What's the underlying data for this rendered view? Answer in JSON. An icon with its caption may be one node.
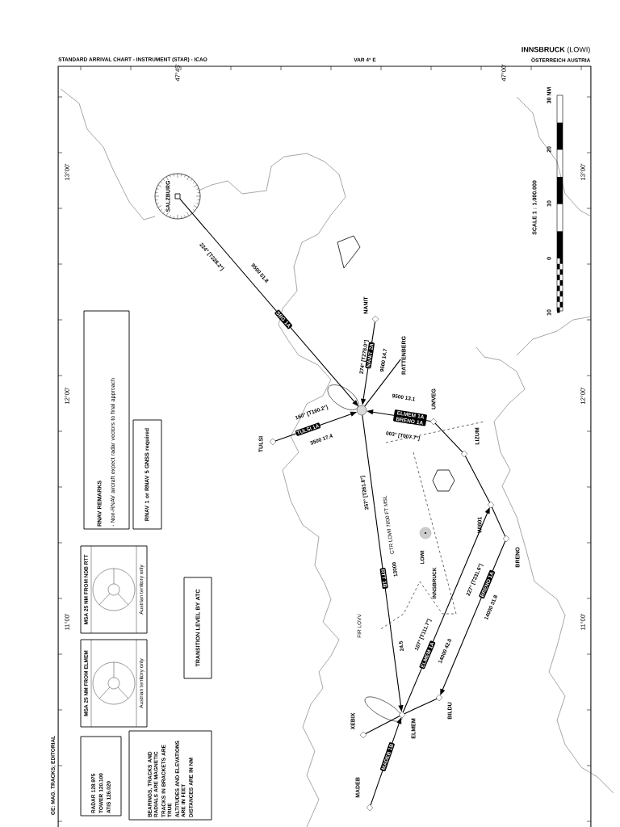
{
  "diagram": {
    "title": "STANDARD ARRIVAL CHART - INSTRUMENT (STAR) - ICAO",
    "nodes": [
      {
        "text": [],
        "shape": "box",
        "beside": [
          "SALZBURG"
        ]
      },
      {
        "text": [],
        "shape": "circle"
      },
      {
        "text": [
          "RATTENBERG"
        ]
      },
      {
        "text": [],
        "shape": "diamond",
        "beside": [
          "NANIT"
        ]
      },
      {
        "text": [],
        "shape": "diamond",
        "beside": [
          "TULSI"
        ]
      },
      {
        "text": [],
        "shape": "diamond",
        "beside": [
          "UMVEG"
        ]
      },
      {
        "text": [],
        "shape": "diamond",
        "beside": [
          "LIZUM"
        ]
      },
      {
        "text": [],
        "shape": "diamond",
        "beside": [
          "WI601"
        ]
      },
      {
        "text": [],
        "shape": "diamond",
        "beside": [
          "BRENO"
        ]
      },
      {
        "text": [],
        "shape": "diamond",
        "beside": [
          "BILDU"
        ]
      },
      {
        "text": [],
        "shape": "diamond",
        "beside": [
          "ELMEM"
        ]
      },
      {
        "text": [],
        "shape": "diamond",
        "beside": [
          "XEBIX"
        ]
      },
      {
        "text": [],
        "shape": "diamond",
        "beside": [
          "MADEB"
        ]
      },
      {
        "text": [
          "RNAV REMARKS",
          "- Non-RNAV aircraft expect radar vectors to final approach"
        ]
      },
      {
        "text": [
          "RNAV 1 or RNAV 5 GNSS required"
        ]
      },
      {
        "text": [
          "MSA 25 NM FROM NDB RTT",
          "Austrian territory only"
        ]
      },
      {
        "text": [
          "MSA 25 NM FROM ELMEM",
          "Austrian territory only"
        ]
      },
      {
        "text": [
          "TRANSITION LEVEL BY ATC"
        ]
      },
      {
        "text": [
          "RADAR 128.975",
          "TOWER 120.100",
          "ATIS 126.020"
        ]
      },
      {
        "text": [
          "BEARINGS, TRACKS AND RADIALS ARE MAGNETIC",
          "TRACKS IN BRACKETS ARE TRUE",
          "ALTITUDES AND ELEVATIONS ARE IN FEET",
          "DISTANCES ARE IN NM"
        ]
      }
    ],
    "edges": [
      {
        "from": 0,
        "to": 1,
        "arrow": "to",
        "label": "SBG 1A"
      },
      {
        "from": 3,
        "to": 1,
        "arrow": "to",
        "label": "NANIT 2A"
      },
      {
        "from": 4,
        "to": 1,
        "arrow": "to",
        "label": "TULSI 1A"
      },
      {
        "from": 5,
        "to": 1,
        "arrow": "to",
        "label": "ELMEM 1A BRENO 1A"
      },
      {
        "from": 5,
        "to": 6,
        "arrow": "none"
      },
      {
        "from": 6,
        "to": 7,
        "arrow": "none"
      },
      {
        "from": 7,
        "to": 8,
        "arrow": "none"
      },
      {
        "from": 1,
        "to": 10,
        "arrow": "to",
        "label": "RTT 1B"
      },
      {
        "from": 10,
        "to": 7,
        "arrow": "to",
        "label": "ELMEM 1A"
      },
      {
        "from": 8,
        "to": 9,
        "arrow": "to",
        "label": "BRENO 1A"
      },
      {
        "from": 9,
        "to": 10,
        "arrow": "none"
      },
      {
        "from": 11,
        "to": 10,
        "arrow": "none"
      },
      {
        "from": 12,
        "to": 10,
        "arrow": "to",
        "label": "MADEB 1B"
      },
      {
        "from": 2,
        "to": 1,
        "arrow": "none"
      }
    ],
    "labels": [
      "VAR 4° E",
      "**INNSBRUCK** (LOWI)",
      "ÖSTERREICH AUSTRIA",
      "47°45'",
      "47°00'",
      "30 NM",
      "20",
      "10",
      "0",
      "10",
      "SCALE 1 : 1.000.000",
      "13°00'",
      "13°00'",
      "224° [T228.2°]",
      "9500 51.8",
      "274° [T278.0°]",
      "9500 14.7",
      "12°00'",
      "12°00'",
      "160° [T160.2°]",
      "3500 17.4",
      "9500 13.1",
      "003° [T007.7°]",
      "257° [T261.6°]",
      "CTR LOWI 7000 FT MSL",
      "13000",
      "LOWI",
      "INNSBRUCK",
      "11°00'",
      "11°00'",
      "FIR LOVV",
      "227° [T231.6°]",
      "14000 31.8",
      "107° [T111.7°]",
      "14000 42.0",
      "24.5",
      "GE: MAG. TRACKS; EDITORIAL"
    ]
  }
}
